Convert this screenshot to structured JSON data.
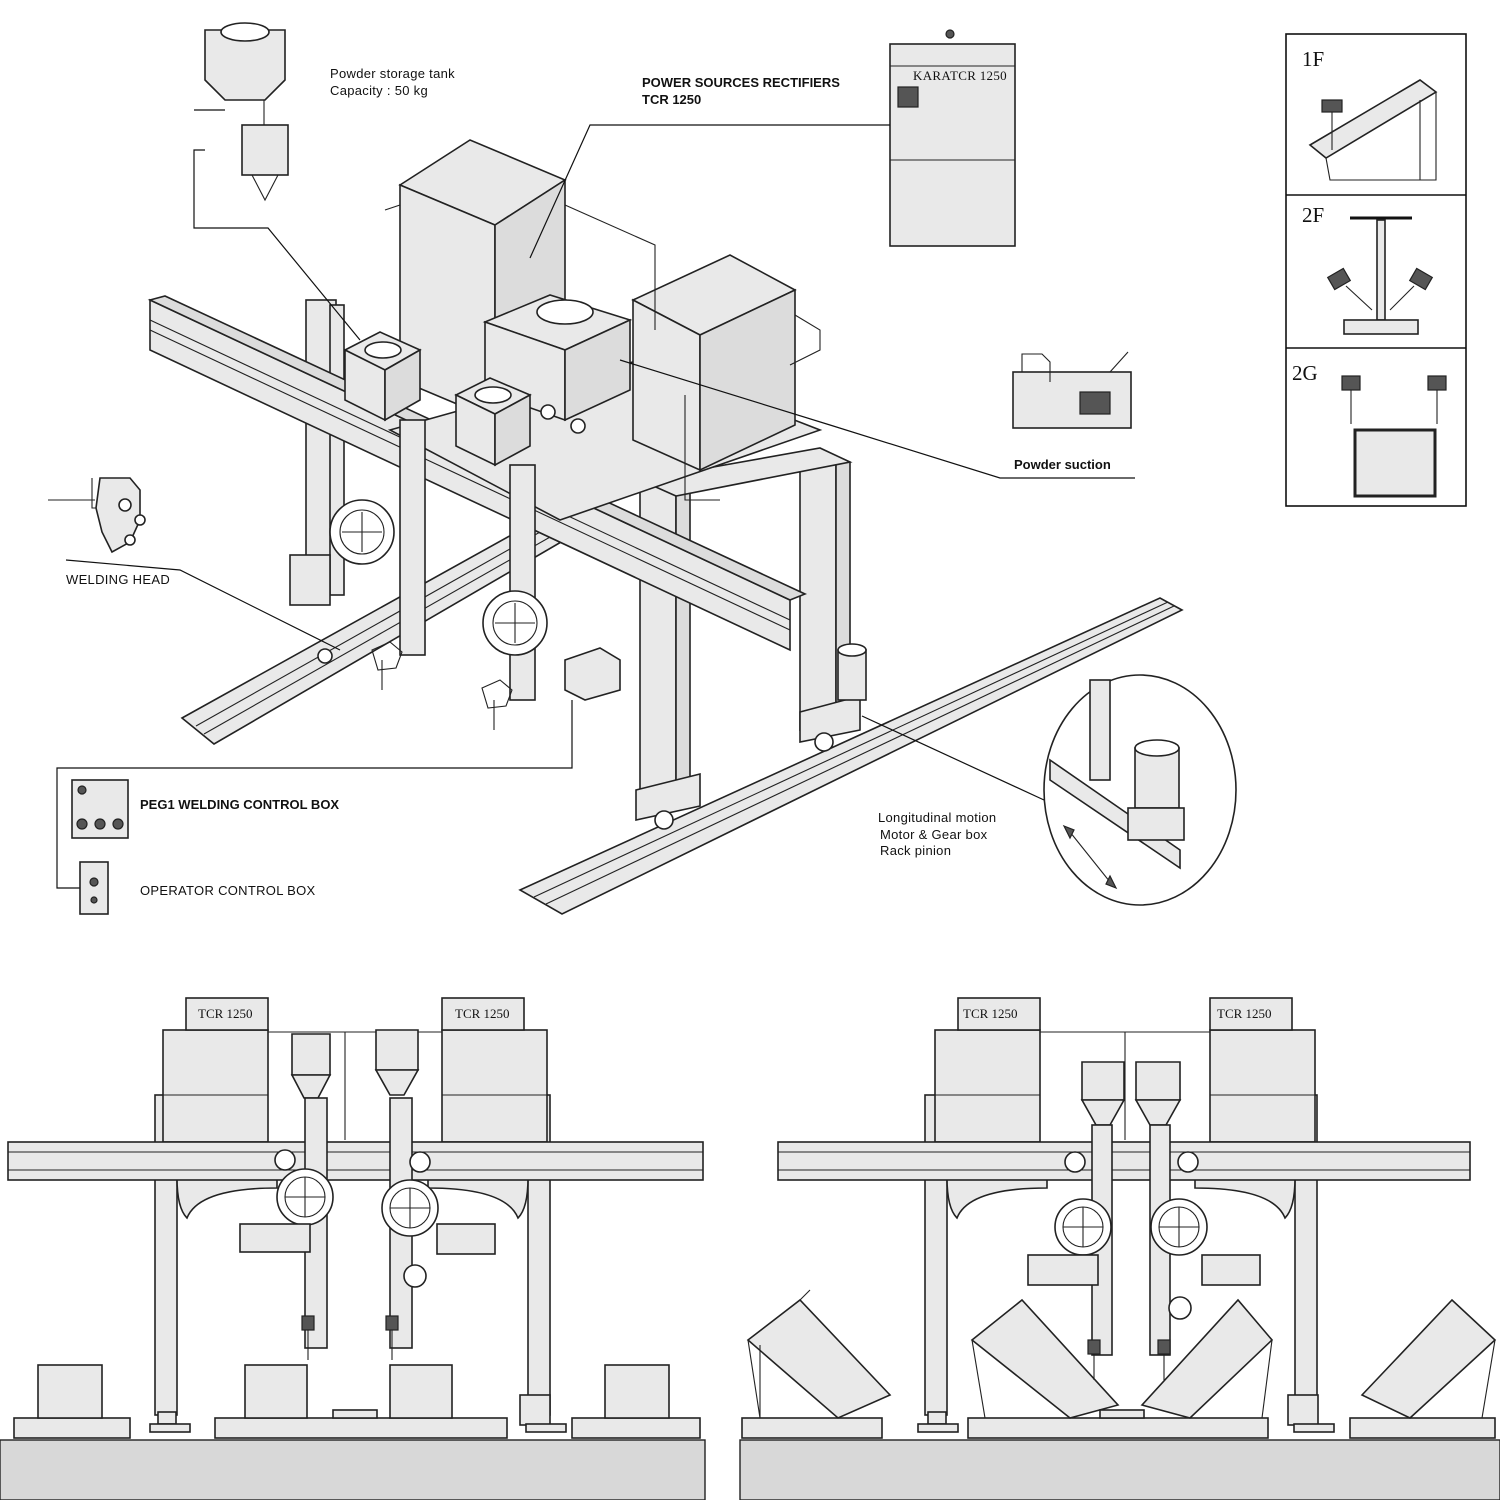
{
  "labels": {
    "powder_tank_line1": "Powder storage tank",
    "powder_tank_line2": "Capacity  : 50 kg",
    "power_sources_line1": "POWER SOURCES RECTIFIERS",
    "power_sources_line2": "TCR 1250",
    "powder_suction": "Powder suction",
    "welding_head": "WELDING HEAD",
    "peg1_control_box": "PEG1 WELDING CONTROL BOX",
    "operator_control_box": "OPERATOR  CONTROL BOX",
    "longitudinal_line1": "Longitudinal motion",
    "longitudinal_line2": "Motor & Gear box",
    "longitudinal_line3": "Rack pinion"
  },
  "rectifier_panel": {
    "brand": "KARA",
    "model": "TCR 1250"
  },
  "positions": [
    "1F",
    "2F",
    "2G"
  ],
  "elevation_views": {
    "left": {
      "rectifier_left": "TCR 1250",
      "rectifier_right": "TCR 1250"
    },
    "right": {
      "rectifier_left": "TCR 1250",
      "rectifier_right": "TCR 1250"
    }
  },
  "colors": {
    "line": "#222222",
    "fill_light": "#e9e9e9",
    "fill_mid": "#dcdcdc",
    "floor": "#d8d8d8"
  }
}
